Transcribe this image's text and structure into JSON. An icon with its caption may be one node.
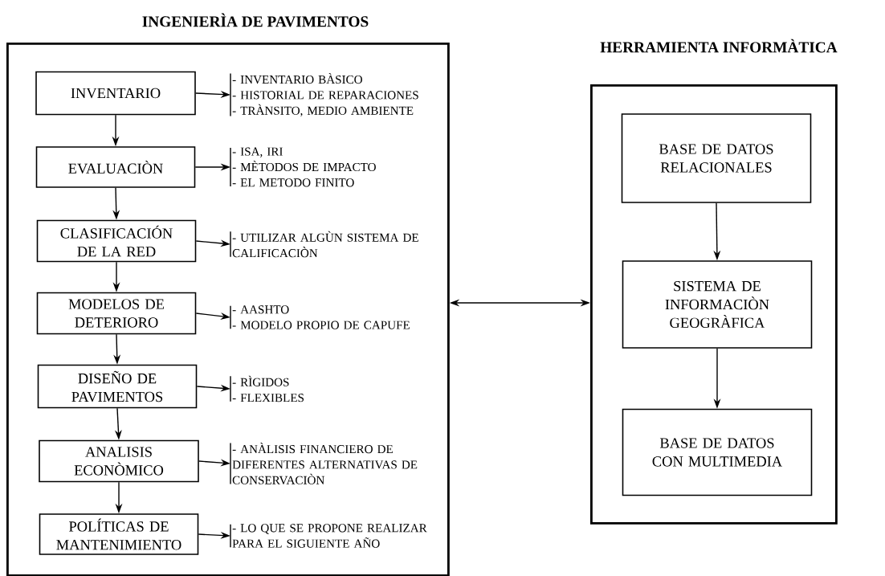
{
  "diagram": {
    "nodes": [
      {
        "text": [
          "INGENIERÌA DE PAVIMENTOS"
        ]
      },
      {
        "text": [
          "INVENTARIO"
        ],
        "in": 0
      },
      {
        "text": [
          "- INVENTARIO BÀSICO",
          "- HISTORIAL DE REPARACIONES",
          "- TRÀNSITO, MEDIO AMBIENTE"
        ],
        "in": 0
      },
      {
        "text": [
          "EVALUACIÒN"
        ],
        "in": 0
      },
      {
        "text": [
          "- ISA, IRI",
          "- MÈTODOS DE IMPACTO",
          "- EL METODO FINITO"
        ],
        "in": 0
      },
      {
        "text": [
          "CLASIFICACIÓN DE LA RED"
        ],
        "in": 0
      },
      {
        "text": [
          "- UTILIZAR ALGÙN SISTEMA DE CALIFICACIÒN"
        ],
        "in": 0
      },
      {
        "text": [
          "MODELOS DE DETERIORO"
        ],
        "in": 0
      },
      {
        "text": [
          "- AASHTO",
          "- MODELO PROPIO DE CAPUFE"
        ],
        "in": 0
      },
      {
        "text": [
          "DISEÑO DE PAVIMENTOS"
        ],
        "in": 0
      },
      {
        "text": [
          "- RÌGIDOS",
          "- FLEXIBLES"
        ],
        "in": 0
      },
      {
        "text": [
          "ANALISIS ECONÒMICO"
        ],
        "in": 0
      },
      {
        "text": [
          "- ANÀLISIS FINANCIERO DE DIFERENTES ALTERNATIVAS DE CONSERVACIÒN"
        ],
        "in": 0
      },
      {
        "text": [
          "POLÍTICAS DE MANTENIMIENTO"
        ],
        "in": 0
      },
      {
        "text": [
          "- LO QUE SE PROPONE REALIZAR PARA EL SIGUIENTE AÑO"
        ],
        "in": 0
      },
      {
        "text": [
          "HERRAMIENTA INFORMÀTICA"
        ]
      },
      {
        "text": [
          "BASE DE DATOS RELACIONALES"
        ],
        "in": 15
      },
      {
        "text": [
          "SISTEMA DE INFORMACIÒN GEOGRÀFICA"
        ],
        "in": 15
      },
      {
        "text": [
          "BASE DE DATOS CON MULTIMEDIA"
        ],
        "in": 15
      }
    ],
    "edges": [
      {
        "from": 1,
        "to": 2,
        "arrow": "to"
      },
      {
        "from": 1,
        "to": 3,
        "arrow": "to"
      },
      {
        "from": 3,
        "to": 4,
        "arrow": "to"
      },
      {
        "from": 3,
        "to": 5,
        "arrow": "to"
      },
      {
        "from": 5,
        "to": 6,
        "arrow": "to"
      },
      {
        "from": 5,
        "to": 7,
        "arrow": "to"
      },
      {
        "from": 7,
        "to": 8,
        "arrow": "to"
      },
      {
        "from": 7,
        "to": 9,
        "arrow": "to"
      },
      {
        "from": 9,
        "to": 10,
        "arrow": "to"
      },
      {
        "from": 9,
        "to": 11,
        "arrow": "to"
      },
      {
        "from": 11,
        "to": 12,
        "arrow": "to"
      },
      {
        "from": 11,
        "to": 13,
        "arrow": "to"
      },
      {
        "from": 13,
        "to": 14,
        "arrow": "to"
      },
      {
        "from": 0,
        "to": 15,
        "arrow": "both"
      },
      {
        "from": 16,
        "to": 17,
        "arrow": "to"
      },
      {
        "from": 17,
        "to": 18,
        "arrow": "to"
      }
    ]
  }
}
